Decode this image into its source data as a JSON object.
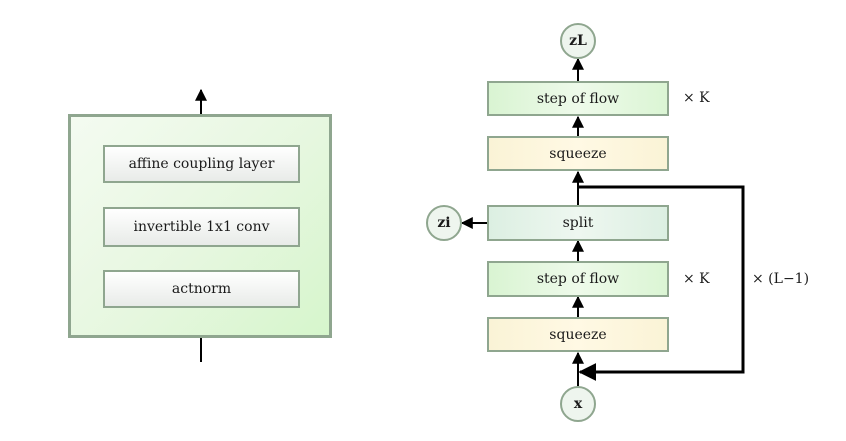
{
  "left_panel": {
    "layers": [
      "affine coupling layer",
      "invertible 1x1 conv",
      "actnorm"
    ]
  },
  "right_panel": {
    "output_node": "zL",
    "top_flow_label": "step of flow",
    "top_squeeze_label": "squeeze",
    "split_label": "split",
    "split_output_node": "zi",
    "mid_flow_label": "step of flow",
    "bottom_squeeze_label": "squeeze",
    "input_node": "x",
    "repeat_k_top": "× K",
    "repeat_k_mid": "× K",
    "repeat_levels": "× (L−1)"
  },
  "colors": {
    "border": "#8fa68f",
    "arrow": "#000000",
    "flow_fill": "#d9f4d2",
    "squeeze_fill": "#faf3d6",
    "split_fill": "#dcefe2"
  }
}
